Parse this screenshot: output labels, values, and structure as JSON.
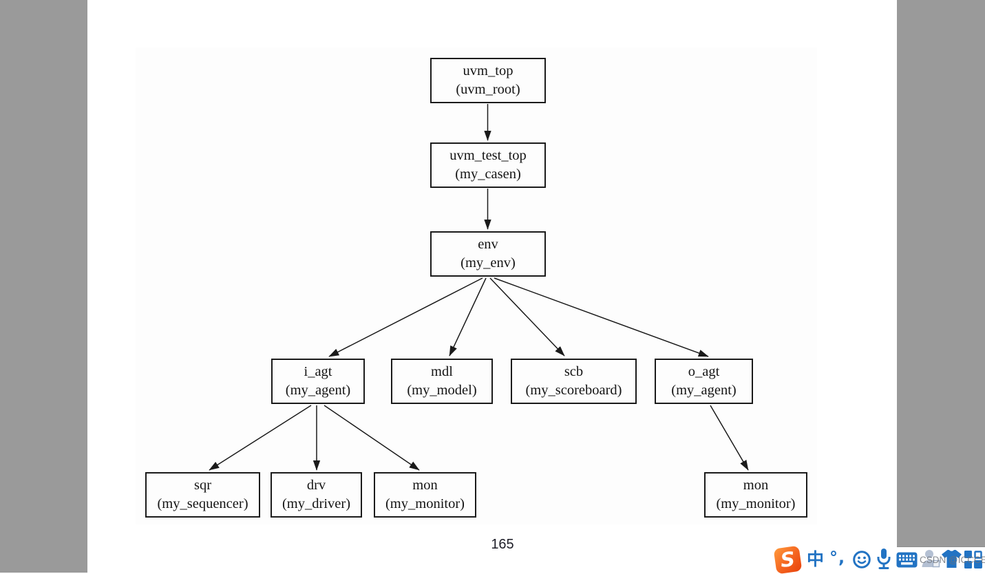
{
  "document": {
    "page_number": "165",
    "watermark": "CSDN @ICCCER"
  },
  "diagram": {
    "description": "UVM testbench component hierarchy tree",
    "nodes": [
      {
        "id": "uvm_top",
        "instance": "uvm_top",
        "class": "(uvm_root)"
      },
      {
        "id": "uvm_test_top",
        "instance": "uvm_test_top",
        "class": "(my_casen)"
      },
      {
        "id": "env",
        "instance": "env",
        "class": "(my_env)"
      },
      {
        "id": "i_agt",
        "instance": "i_agt",
        "class": "(my_agent)"
      },
      {
        "id": "mdl",
        "instance": "mdl",
        "class": "(my_model)"
      },
      {
        "id": "scb",
        "instance": "scb",
        "class": "(my_scoreboard)"
      },
      {
        "id": "o_agt",
        "instance": "o_agt",
        "class": "(my_agent)"
      },
      {
        "id": "sqr",
        "instance": "sqr",
        "class": "(my_sequencer)"
      },
      {
        "id": "drv",
        "instance": "drv",
        "class": "(my_driver)"
      },
      {
        "id": "mon_i",
        "instance": "mon",
        "class": "(my_monitor)"
      },
      {
        "id": "mon_o",
        "instance": "mon",
        "class": "(my_monitor)"
      }
    ],
    "edges": [
      {
        "from": "uvm_top",
        "to": "uvm_test_top"
      },
      {
        "from": "uvm_test_top",
        "to": "env"
      },
      {
        "from": "env",
        "to": "i_agt"
      },
      {
        "from": "env",
        "to": "mdl"
      },
      {
        "from": "env",
        "to": "scb"
      },
      {
        "from": "env",
        "to": "o_agt"
      },
      {
        "from": "i_agt",
        "to": "sqr"
      },
      {
        "from": "i_agt",
        "to": "drv"
      },
      {
        "from": "i_agt",
        "to": "mon_i"
      },
      {
        "from": "o_agt",
        "to": "mon_o"
      }
    ]
  },
  "ime_toolbar": {
    "sogou_logo_letter": "S",
    "chinese_mode_label": "中",
    "punctuation_label": "°,",
    "icons": [
      "sogou-logo",
      "chinese-mode",
      "punctuation",
      "emoji-picker",
      "voice-input",
      "virtual-keyboard",
      "account",
      "skin-theme",
      "toolbox"
    ]
  },
  "colors": {
    "gutter_gray": "#9a9a9a",
    "scan_background": "#fdfdfd",
    "box_border": "#1a1a1a",
    "ime_blue": "#2273c3",
    "sogou_orange": "#f4631f",
    "account_gray": "#b4c0d3"
  }
}
